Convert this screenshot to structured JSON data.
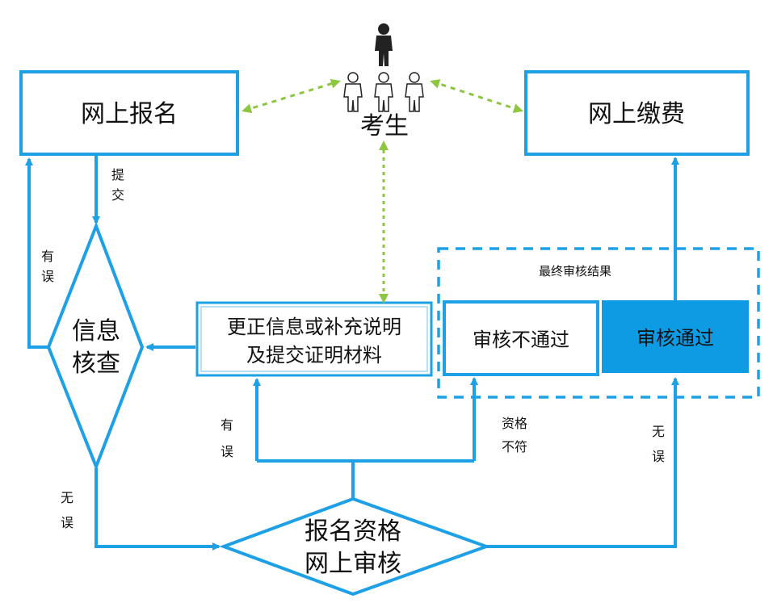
{
  "nodes": {
    "online_registration": "网上报名",
    "candidates": "考生",
    "online_payment": "网上缴费",
    "info_check": [
      "信息",
      "核查"
    ],
    "correct_info": [
      "更正信息或补充说明",
      "及提交证明材料"
    ],
    "final_result_title": "最终审核结果",
    "review_failed": "审核不通过",
    "review_passed": "审核通过",
    "qualification_review": [
      "报名资格",
      "网上审核"
    ]
  },
  "edge_labels": {
    "submit": [
      "提",
      "交"
    ],
    "error_left": [
      "有",
      "误"
    ],
    "no_error_left": [
      "无",
      "误"
    ],
    "error_bottom": [
      "有",
      "误"
    ],
    "not_qualified": [
      "资格",
      "不符"
    ],
    "no_error_right": [
      "无",
      "误"
    ]
  },
  "colors": {
    "blue": "#1ea0e6",
    "green_dotted": "#8dc63f",
    "passed_fill": "#0d9ce4"
  }
}
